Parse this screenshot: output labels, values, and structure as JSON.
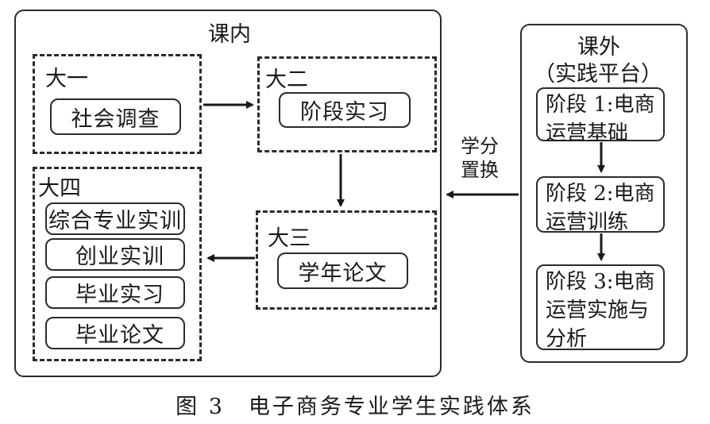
{
  "in_class": {
    "title": "课内",
    "year1": {
      "label": "大一",
      "items": [
        "社会调查"
      ]
    },
    "year2": {
      "label": "大二",
      "items": [
        "阶段实习"
      ]
    },
    "year3": {
      "label": "大三",
      "items": [
        "学年论文"
      ]
    },
    "year4": {
      "label": "大四",
      "items": [
        "综合专业实训",
        "创业实训",
        "毕业实习",
        "毕业论文"
      ]
    }
  },
  "out_class": {
    "title": "课外",
    "subtitle": "（实践平台）",
    "stages": [
      "阶段 1:电商\n运营基础",
      "阶段 2:电商\n运营训练",
      "阶段 3:电商\n运营实施与\n分析"
    ]
  },
  "credit_swap": {
    "line1": "学分",
    "line2": "置换"
  },
  "caption": "图 3　电子商务专业学生实践体系"
}
